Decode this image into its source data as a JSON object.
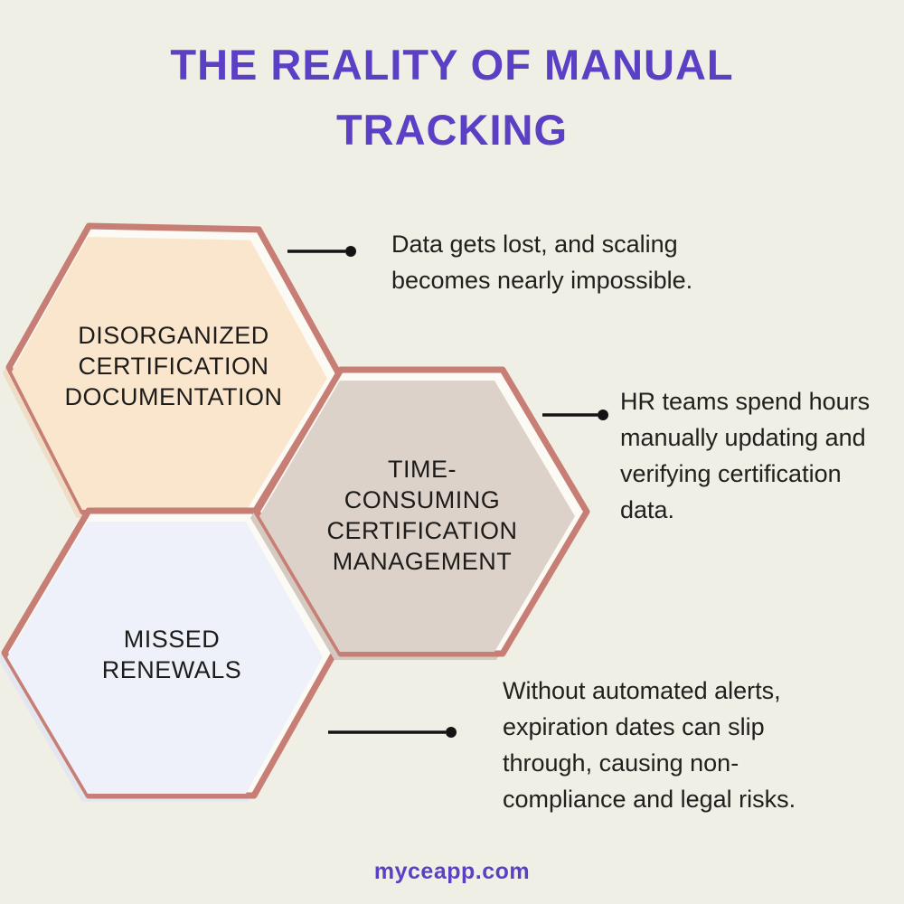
{
  "title": {
    "line1": "THE REALITY OF MANUAL",
    "line2": "TRACKING"
  },
  "colors": {
    "bg": "#f0efe5",
    "title_purple": "#5b40c6",
    "text_dark": "#21201d",
    "hex_border": "#c67e75",
    "hex_gap": "#fcfaf4",
    "hex1_fill": "#f9e6cd",
    "hex2_fill": "#ddd2c9",
    "hex3_fill": "#eef0fa",
    "connector": "#141414"
  },
  "hexagons": [
    {
      "id": "disorganized-certification-documentation",
      "label": "DISORGANIZED\nCERTIFICATION\nDOCUMENTATION",
      "fill": "#f9e6cd",
      "annotation": "Data gets lost, and scaling\nbecomes nearly impossible."
    },
    {
      "id": "time-consuming-certification-management",
      "label": "TIME-\nCONSUMING\nCERTIFICATION\nMANAGEMENT",
      "fill": "#ddd2c9",
      "annotation": "HR teams spend hours\nmanually updating and\nverifying certification\ndata."
    },
    {
      "id": "missed-renewals",
      "label": "MISSED\nRENEWALS",
      "fill": "#eef0fa",
      "annotation": "Without automated alerts,\nexpiration dates can slip\nthrough, causing non-\ncompliance and legal risks."
    }
  ],
  "footer": {
    "website": "myceapp.com"
  }
}
